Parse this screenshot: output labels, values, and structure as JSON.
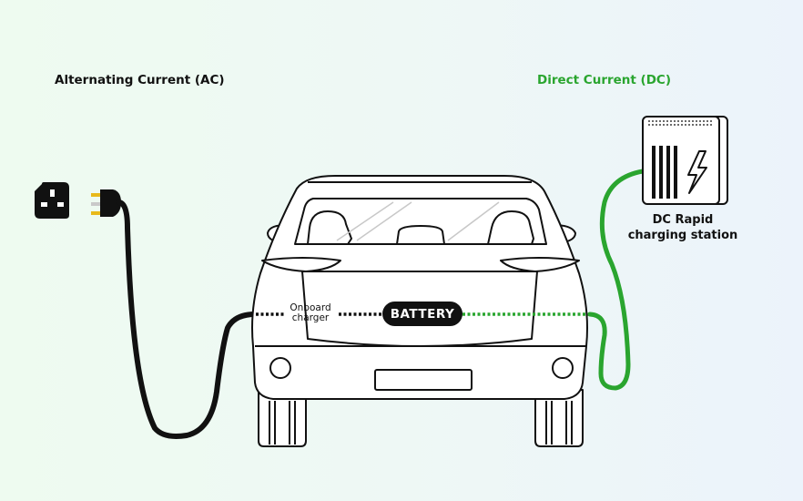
{
  "headings": {
    "ac": "Alternating Current (AC)",
    "dc": "Direct Current (DC)"
  },
  "labels": {
    "dc_station_line1": "DC Rapid",
    "dc_station_line2": "charging station",
    "onboard_line1": "Onboard",
    "onboard_line2": "charger",
    "battery": "BATTERY"
  },
  "colors": {
    "ac": "#111111",
    "dc": "#2aa52f",
    "background_left": "#eefbf0",
    "background_right": "#ecf3fb"
  },
  "icons": [
    "wall-socket-icon",
    "plug-icon",
    "lightning-bolt-icon",
    "car-icon",
    "charging-station-icon"
  ]
}
